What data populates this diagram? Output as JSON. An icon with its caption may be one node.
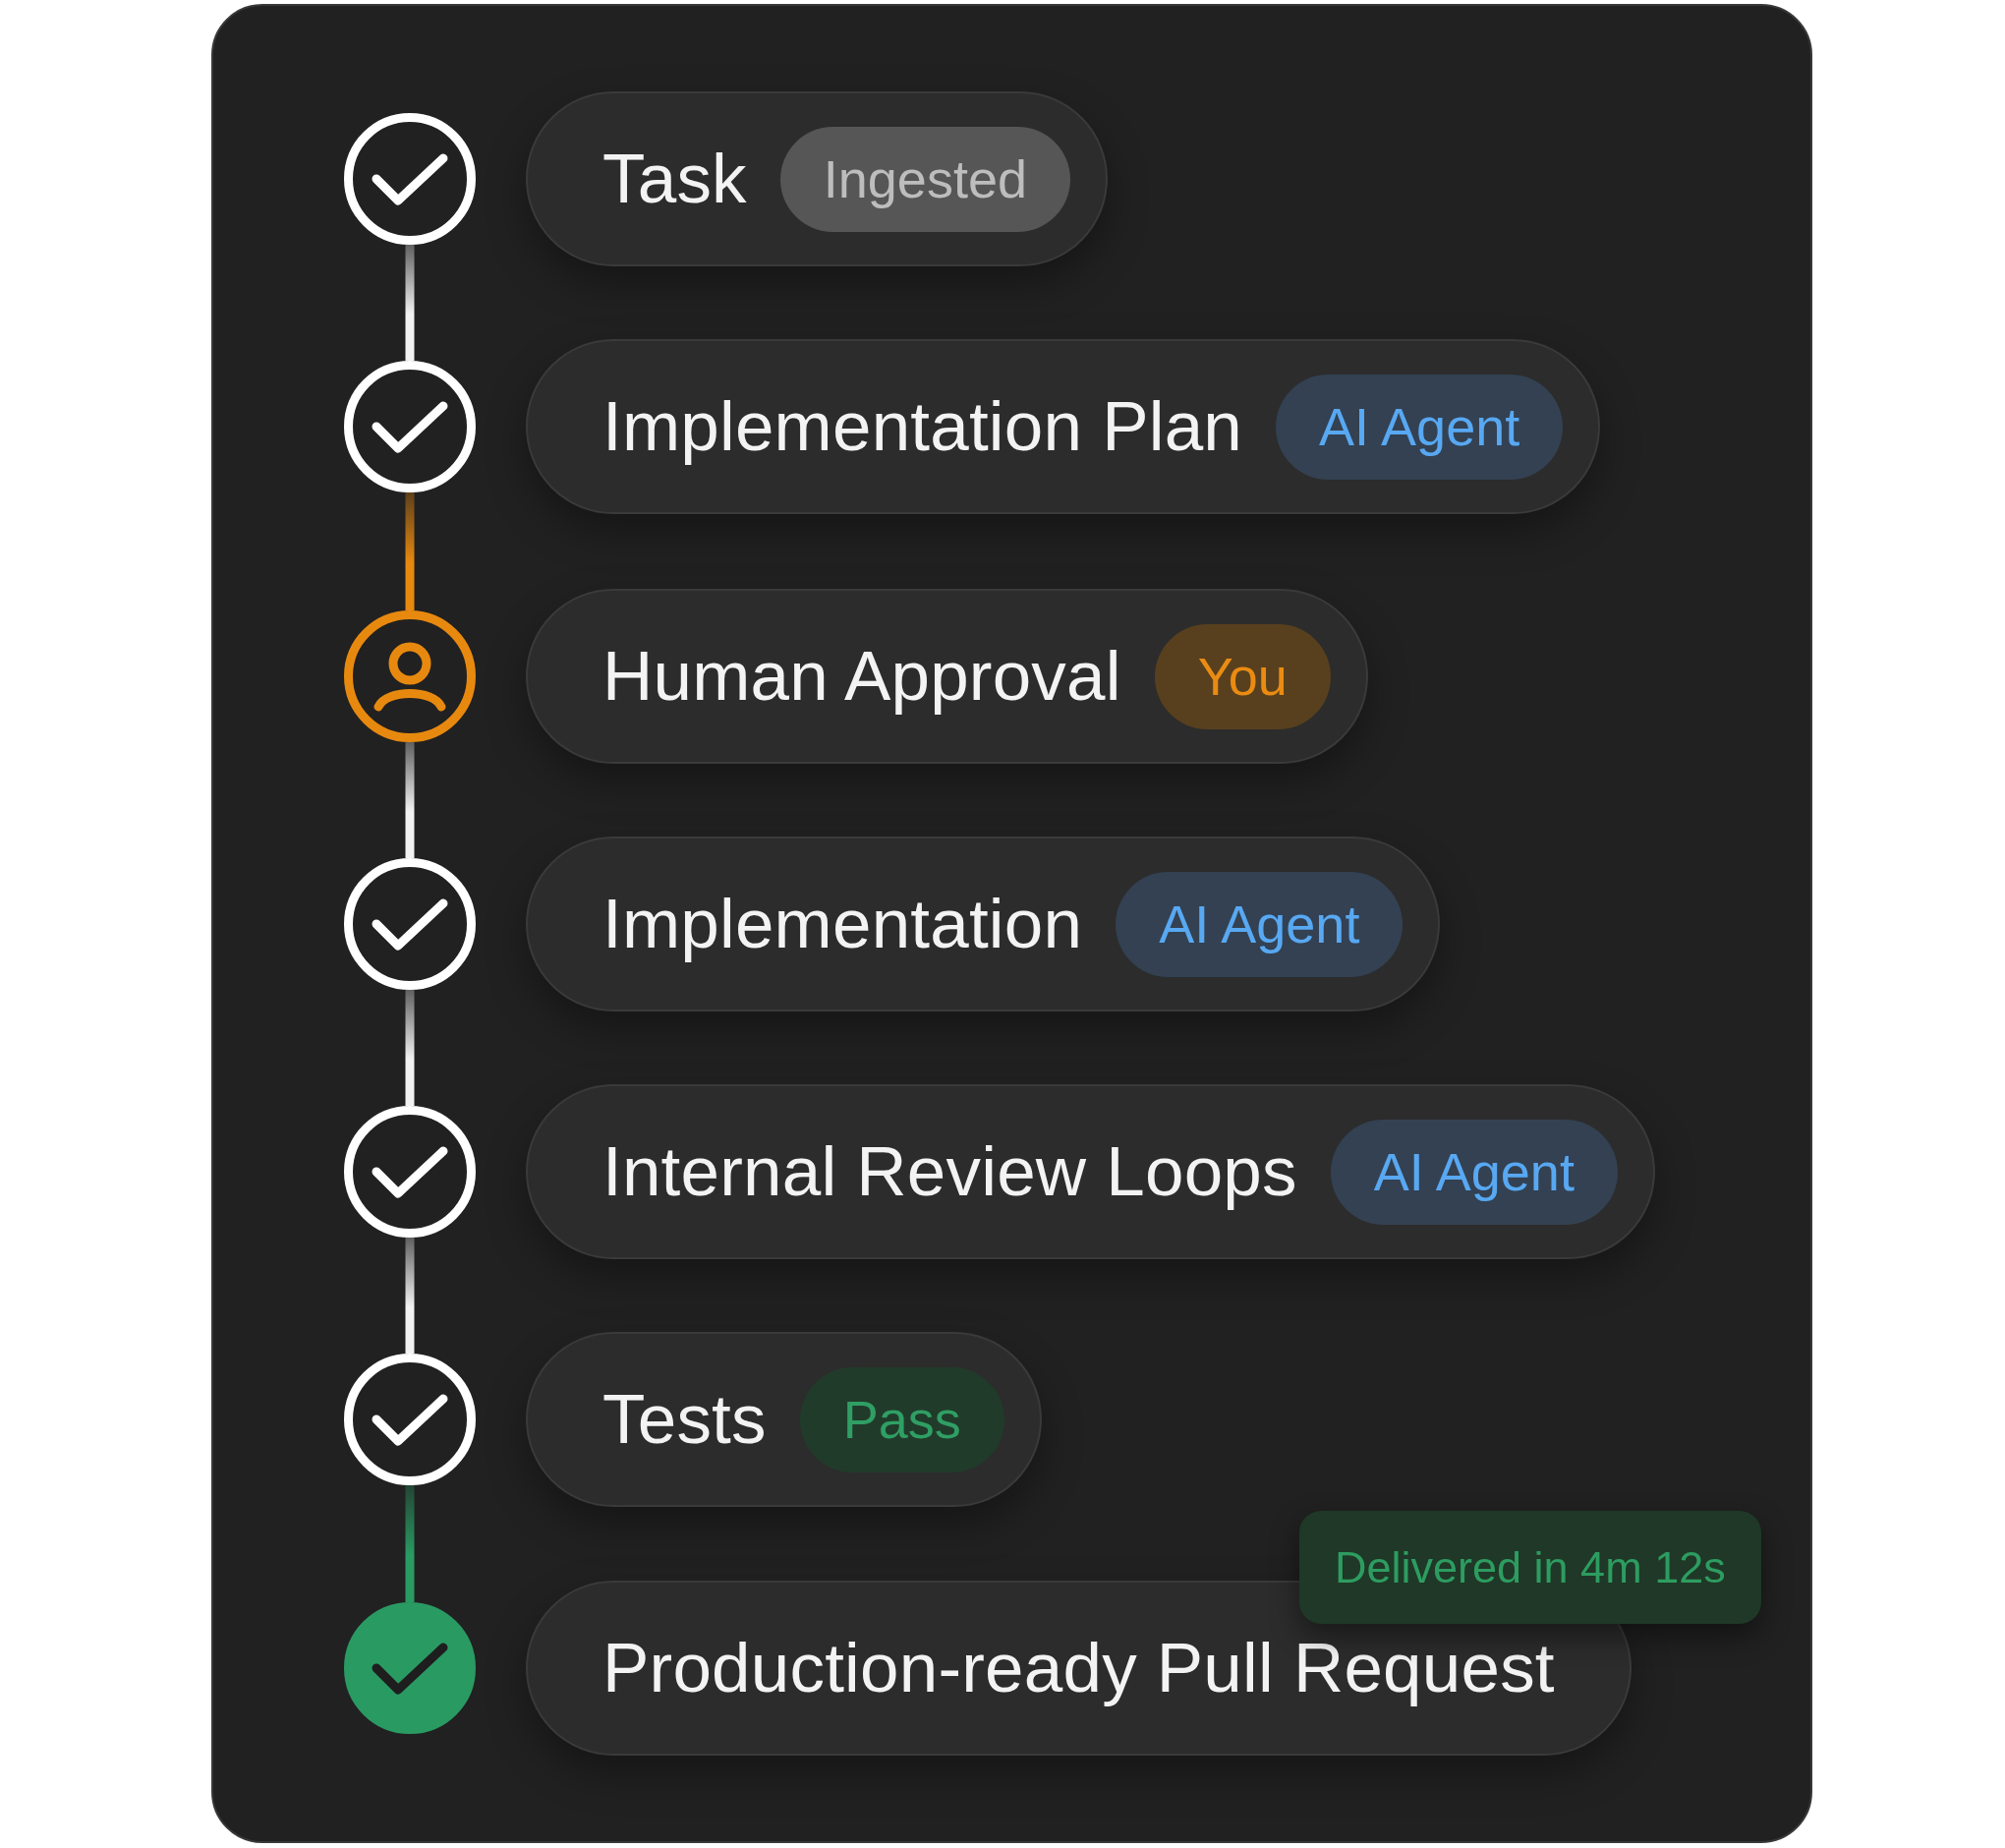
{
  "diagram": {
    "nodes": [
      {
        "text": [],
        "shape": "circle"
      },
      {
        "text": [
          "Task"
        ]
      },
      {
        "text": [
          "Ingested"
        ],
        "in": 1
      },
      {
        "text": [],
        "shape": "circle"
      },
      {
        "text": [
          "Implementation Plan"
        ]
      },
      {
        "text": [
          "AI Agent"
        ],
        "in": 4
      },
      {
        "text": [],
        "shape": "circle"
      },
      {
        "text": [
          "Human Approval"
        ]
      },
      {
        "text": [
          "You"
        ],
        "in": 7
      },
      {
        "text": [],
        "shape": "circle"
      },
      {
        "text": [
          "Implementation"
        ]
      },
      {
        "text": [
          "AI Agent"
        ],
        "in": 10
      },
      {
        "text": [],
        "shape": "circle"
      },
      {
        "text": [
          "Internal Review Loops"
        ]
      },
      {
        "text": [
          "AI Agent"
        ],
        "in": 13
      },
      {
        "text": [],
        "shape": "circle"
      },
      {
        "text": [
          "Tests"
        ]
      },
      {
        "text": [
          "Pass"
        ],
        "in": 16
      },
      {
        "text": [
          "Delivered in 4m 12s"
        ]
      },
      {
        "text": [],
        "shape": "circle"
      },
      {
        "text": [
          "Production-ready Pull Request"
        ]
      }
    ],
    "edges": [
      {
        "from": 0,
        "to": 3,
        "arrow": "none"
      },
      {
        "from": 3,
        "to": 6,
        "arrow": "none",
        "color": "#e8890f"
      },
      {
        "from": 6,
        "to": 9,
        "arrow": "none"
      },
      {
        "from": 9,
        "to": 12,
        "arrow": "none"
      },
      {
        "from": 12,
        "to": 15,
        "arrow": "none"
      },
      {
        "from": 15,
        "to": 19,
        "arrow": "none",
        "color": "#2a9a63"
      }
    ]
  }
}
